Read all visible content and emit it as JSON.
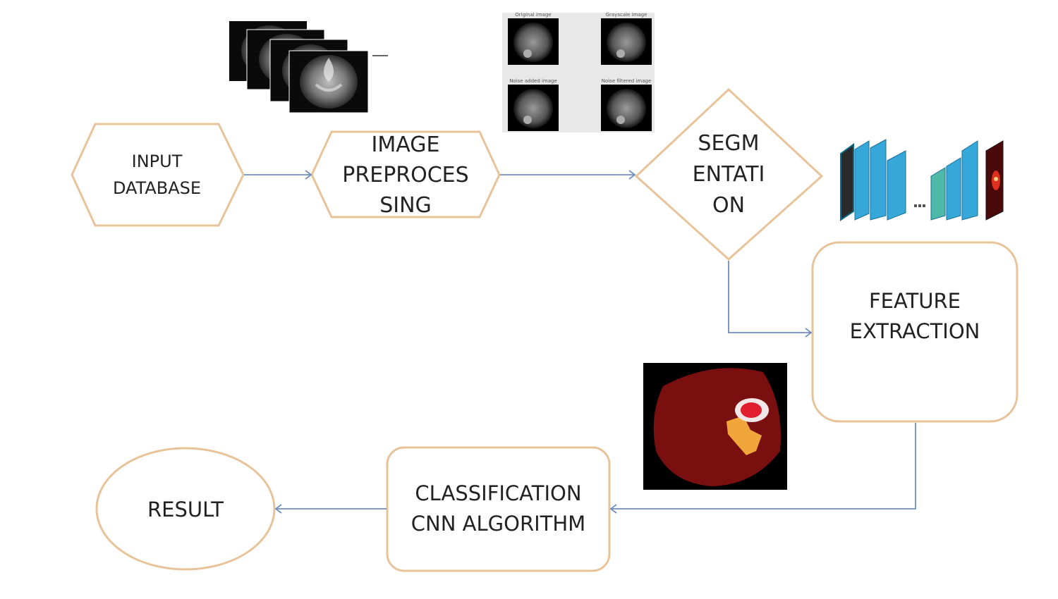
{
  "nodes": {
    "input": {
      "lines": [
        "INPUT",
        "DATABASE"
      ]
    },
    "preprocessing": {
      "lines": [
        "IMAGE",
        "PREPROCES",
        "SING"
      ]
    },
    "segmentation": {
      "lines": [
        "SEGM",
        "ENTATI",
        "ON"
      ]
    },
    "feature": {
      "lines": [
        "FEATURE",
        "EXTRACTION"
      ]
    },
    "classification": {
      "lines": [
        "CLASSIFICATION",
        "CNN ALGORITHM"
      ]
    },
    "result": {
      "lines": [
        "RESULT"
      ]
    }
  },
  "thumbnail_captions": [
    "Original image",
    "Grayscale image",
    "Noise added image",
    "Noise filtered image"
  ],
  "colors": {
    "node_border": "#e8c39a",
    "arrow": "#6f8fc0",
    "tumor_background": "#7a0f0f",
    "tumor_edema": "#f0a63a",
    "tumor_core": "#e01e2e",
    "cnn_layer": "#35a8d9"
  }
}
